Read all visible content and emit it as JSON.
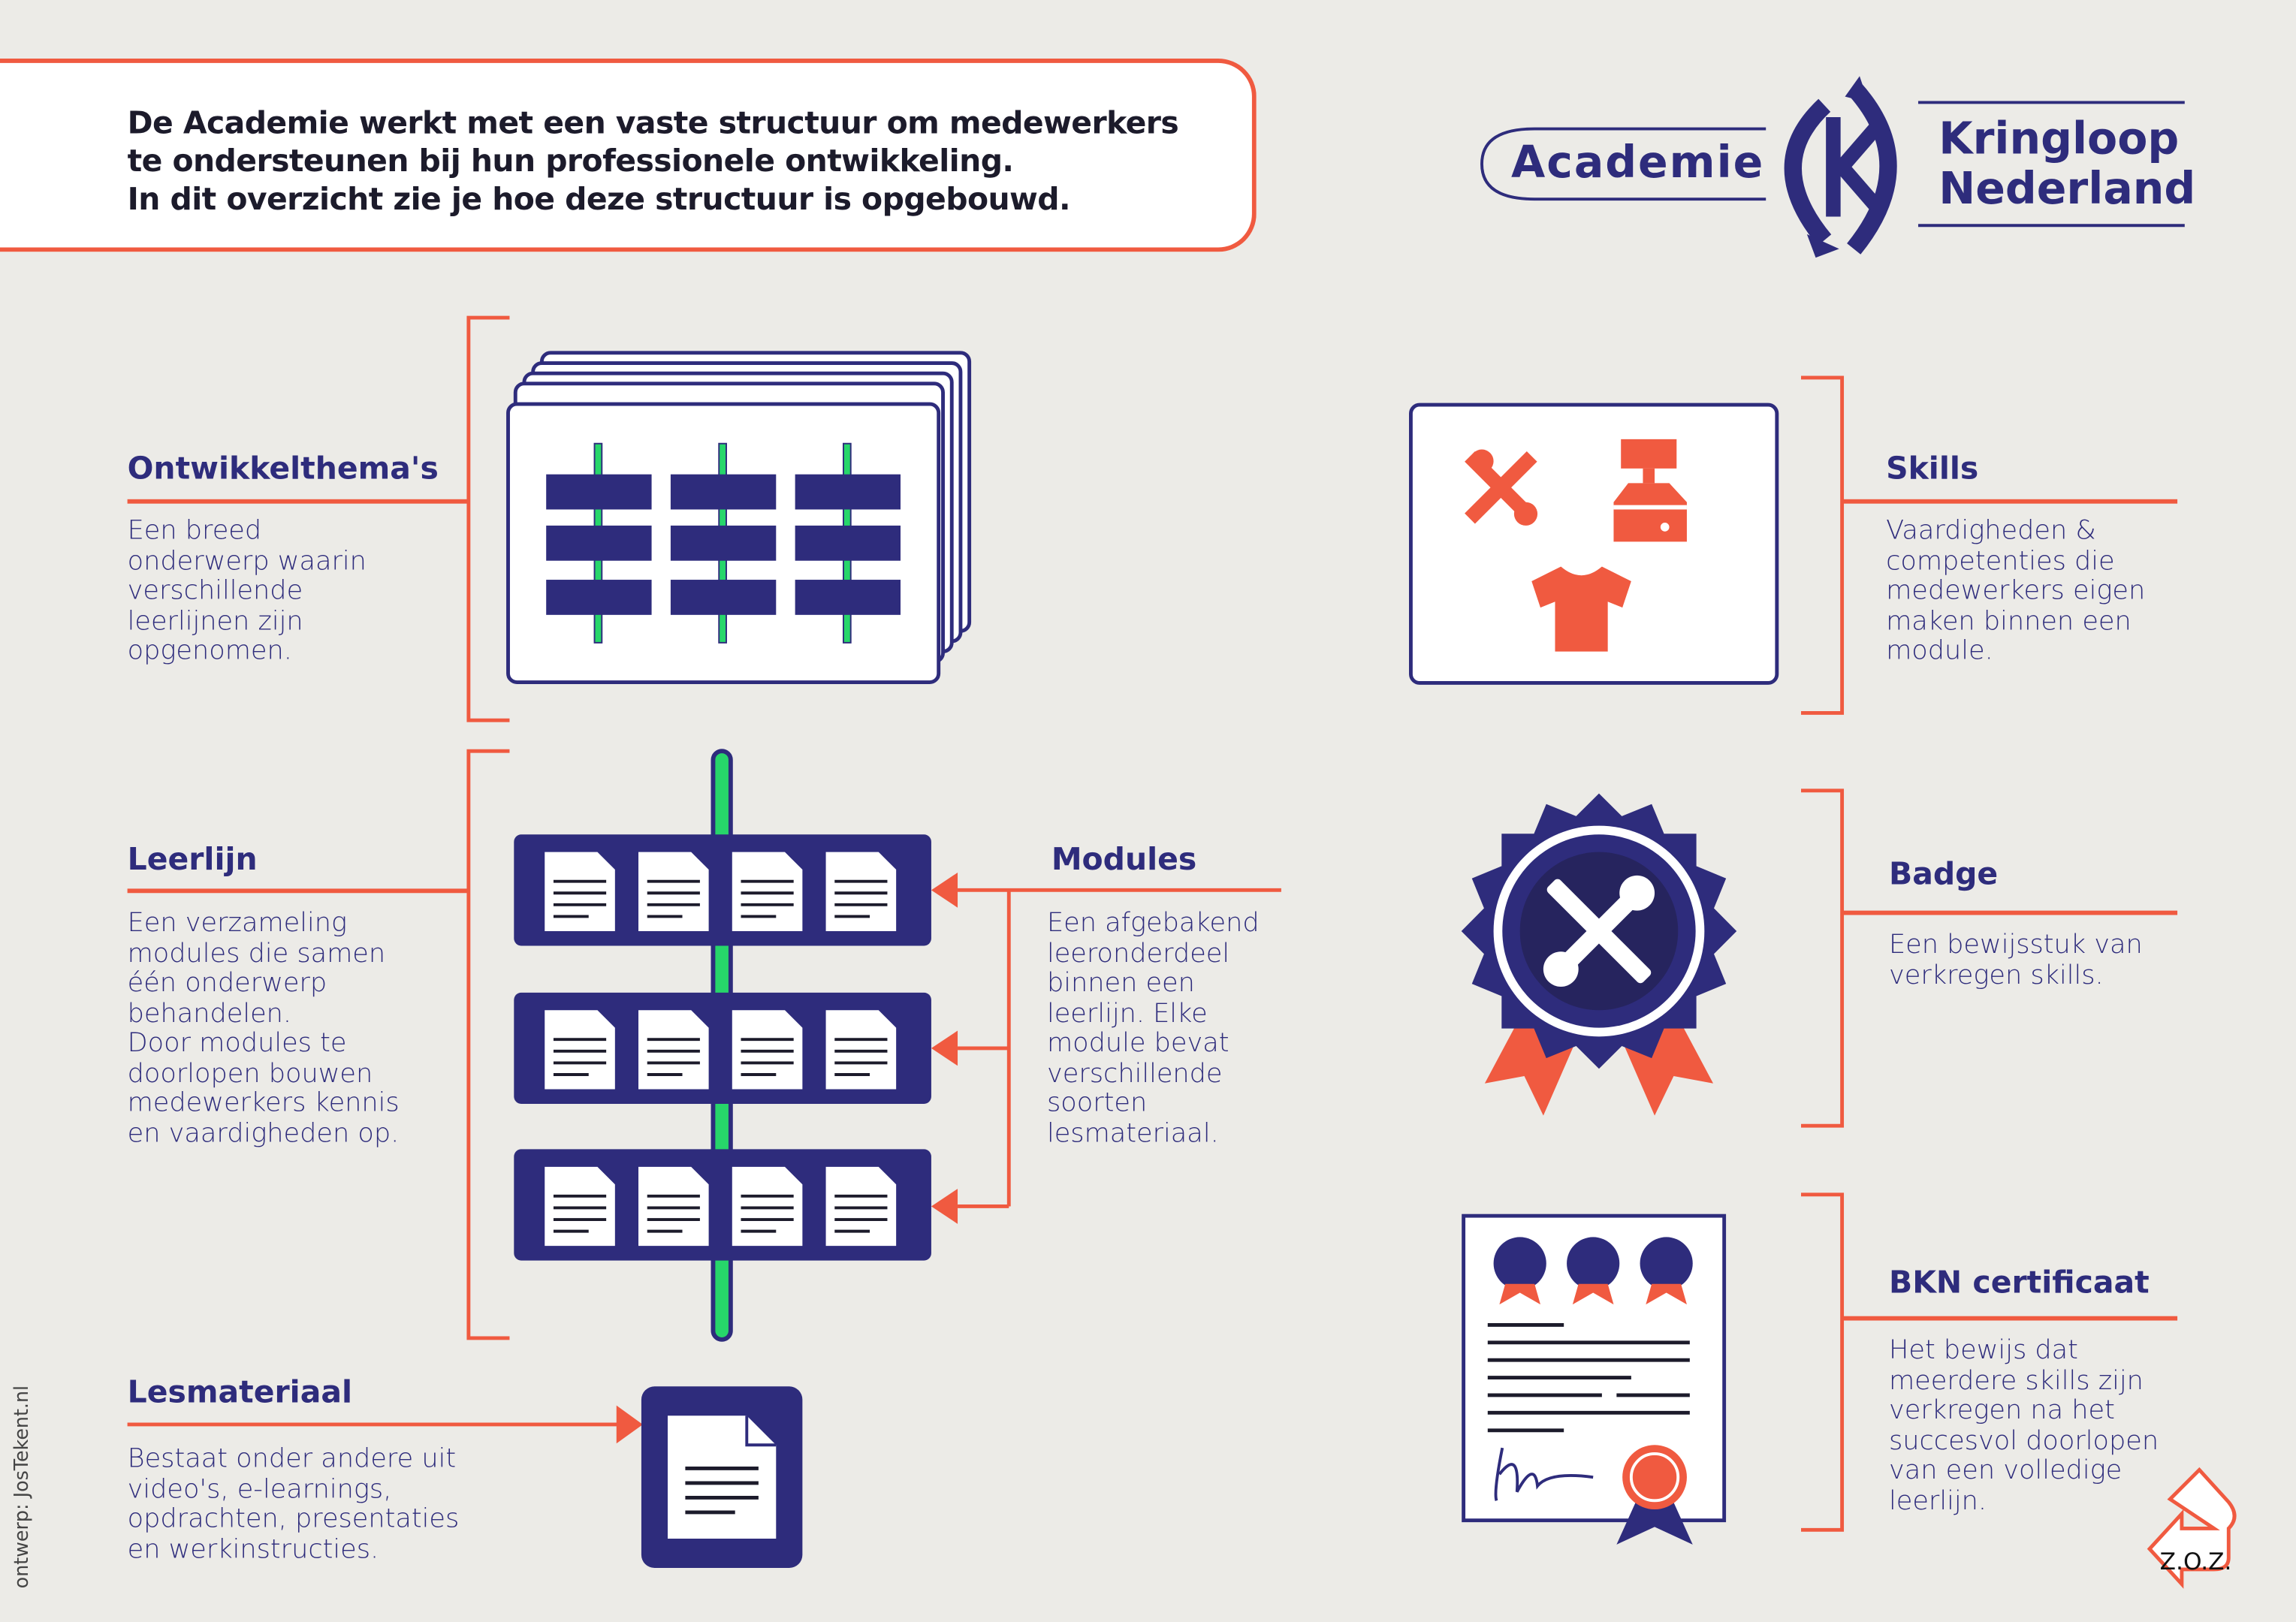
{
  "intro": {
    "lines": [
      "De Academie werkt met een vaste structuur om medewerkers",
      "te ondersteunen bij hun professionele ontwikkeling.",
      "In dit overzicht zie je hoe deze structuur is opgebouwd."
    ]
  },
  "logo": {
    "left": "Academie",
    "right1": "Kringloop",
    "right2": "Nederland"
  },
  "sections": {
    "ontwikkelthemas": {
      "title": "Ontwikkelthema's",
      "desc": "Een breed\nonderwerp waarin\nverschillende\nleerlijnen zijn\nopgenomen."
    },
    "leerlijn": {
      "title": "Leerlijn",
      "desc": "Een verzameling\nmodules die samen\néén onderwerp\nbehandelen.\nDoor modules te\ndoorlopen bouwen\nmedewerkers kennis\nen vaardigheden op."
    },
    "modules": {
      "title": "Modules",
      "desc": "Een afgebakend\nleeronderdeel\nbinnen een\nleerlijn. Elke\nmodule bevat\nverschillende\nsoorten\nlesmateriaal."
    },
    "lesmateriaal": {
      "title": "Lesmateriaal",
      "desc": "Bestaat onder andere uit\nvideo's, e-learnings,\nopdrachten, presentaties\nen werkinstructies."
    },
    "skills": {
      "title": "Skills",
      "desc": "Vaardigheden &\ncompetenties die\nmedewerkers eigen\nmaken binnen een\nmodule."
    },
    "badge": {
      "title": "Badge",
      "desc": "Een bewijsstuk van\nverkregen skills."
    },
    "certificaat": {
      "title": "BKN certificaat",
      "desc": "Het bewijs dat\nmeerdere skills zijn\nverkregen na het\nsuccesvol doorlopen\nvan een volledige\nleerlijn."
    }
  },
  "credit": "ontwerp: JosTekent.nl",
  "zoz": "Z.O.Z.",
  "colors": {
    "navy": "#2e2c7c",
    "orange": "#f05a40",
    "green": "#27d66a",
    "background": "#ecebe7"
  }
}
